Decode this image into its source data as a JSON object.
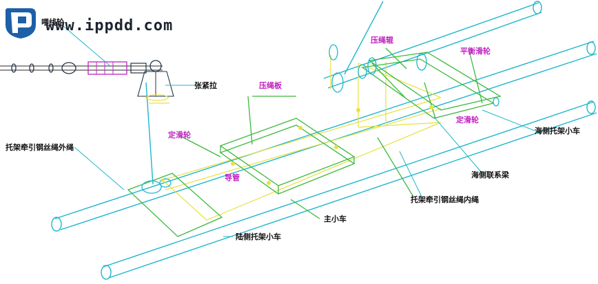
{
  "watermark": {
    "site": "www.ippdd.com",
    "logo_icon": "ippdd-logo-icon",
    "logo_overlap_label": "喂线轮"
  },
  "labels": {
    "top_left_pulley": "喂线轮",
    "pressure_roller_top": "压绳辊",
    "balance_pulley": "平衡滑轮",
    "tensioner": "张紧拉",
    "pressure_plate": "压绳板",
    "fixed_pulley_left": "定滑轮",
    "fixed_pulley_right": "定滑轮",
    "sea_side_trolley": "海侧托架小车",
    "rope_outer": "托架牵引钢丝绳外绳",
    "sea_side_beam": "海侧联系梁",
    "guide": "导管",
    "rope_inner": "托架牵引钢丝绳内绳",
    "main_trolley": "主小车",
    "land_side_trolley": "陆侧托架小车"
  },
  "colors": {
    "cyan": "#1cb6cc",
    "green": "#3cb83c",
    "yellow": "#e8e040",
    "magenta": "#c020c0",
    "dark": "#223344",
    "logo_blue": "#1d5fa8"
  }
}
